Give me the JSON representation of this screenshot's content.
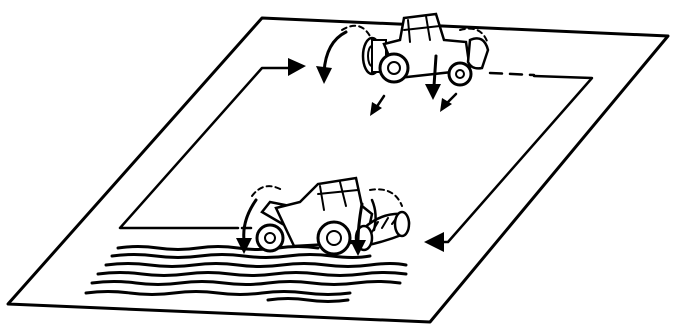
{
  "figure": {
    "description_visible_text": "",
    "colors": {
      "ink": "#000000",
      "background": "#ffffff"
    },
    "elements": {
      "field": "field-outline",
      "path": "headland-turn-path",
      "tractors": [
        "tractor-top-raised-implement",
        "tractor-bottom-lowered-implement"
      ],
      "arrows": [
        "arrow-turn",
        "arrow-implement-lift",
        "arrow-implement-lower"
      ],
      "worked_strips": "tilled-soil-strips"
    }
  }
}
